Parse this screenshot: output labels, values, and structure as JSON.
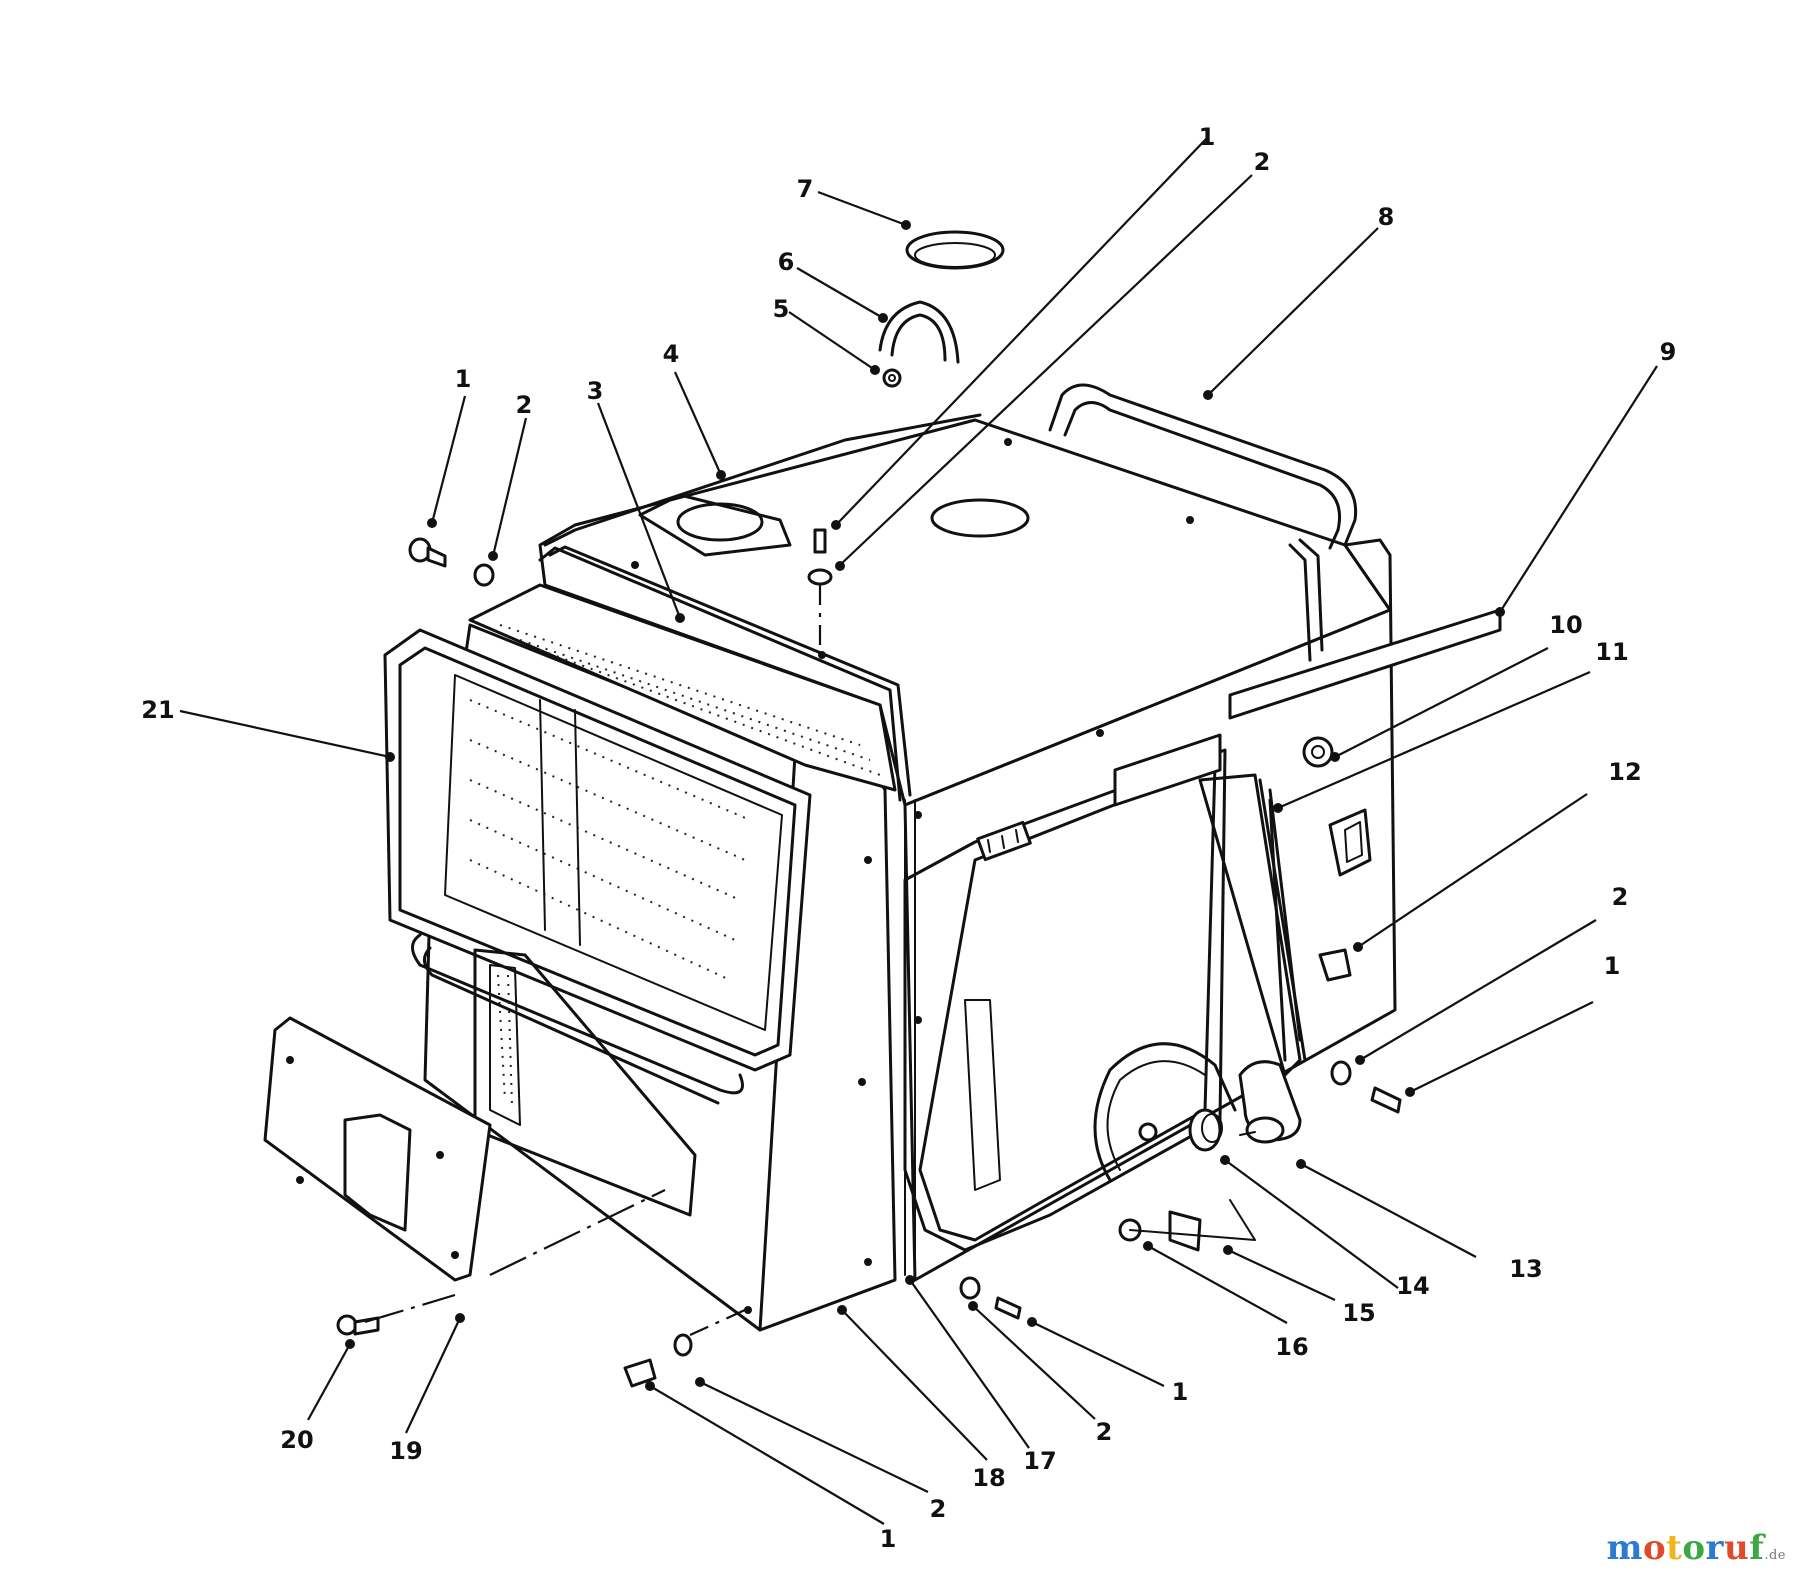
{
  "callouts": [
    {
      "id": "c1a",
      "text": "1"
    },
    {
      "id": "c2a",
      "text": "2"
    },
    {
      "id": "c7",
      "text": "7"
    },
    {
      "id": "c6",
      "text": "6"
    },
    {
      "id": "c5",
      "text": "5"
    },
    {
      "id": "c8",
      "text": "8"
    },
    {
      "id": "c4",
      "text": "4"
    },
    {
      "id": "c3",
      "text": "3"
    },
    {
      "id": "c2b",
      "text": "2"
    },
    {
      "id": "c1b",
      "text": "1"
    },
    {
      "id": "c9",
      "text": "9"
    },
    {
      "id": "c10",
      "text": "10"
    },
    {
      "id": "c11",
      "text": "11"
    },
    {
      "id": "c12",
      "text": "12"
    },
    {
      "id": "c21",
      "text": "21"
    },
    {
      "id": "c2c",
      "text": "2"
    },
    {
      "id": "c1c",
      "text": "1"
    },
    {
      "id": "c13",
      "text": "13"
    },
    {
      "id": "c14",
      "text": "14"
    },
    {
      "id": "c15",
      "text": "15"
    },
    {
      "id": "c16",
      "text": "16"
    },
    {
      "id": "c1d",
      "text": "1"
    },
    {
      "id": "c2d",
      "text": "2"
    },
    {
      "id": "c17",
      "text": "17"
    },
    {
      "id": "c18",
      "text": "18"
    },
    {
      "id": "c2e",
      "text": "2"
    },
    {
      "id": "c1e",
      "text": "1"
    },
    {
      "id": "c19",
      "text": "19"
    },
    {
      "id": "c20",
      "text": "20"
    }
  ],
  "watermark": {
    "letters": [
      "m",
      "o",
      "t",
      "o",
      "r",
      "u",
      "f"
    ],
    "colors": [
      "#2a7bd1",
      "#e04a2a",
      "#f2b51a",
      "#3aa845",
      "#2a7bd1",
      "#e04a2a",
      "#3aa845"
    ],
    "suffix": ".de"
  }
}
